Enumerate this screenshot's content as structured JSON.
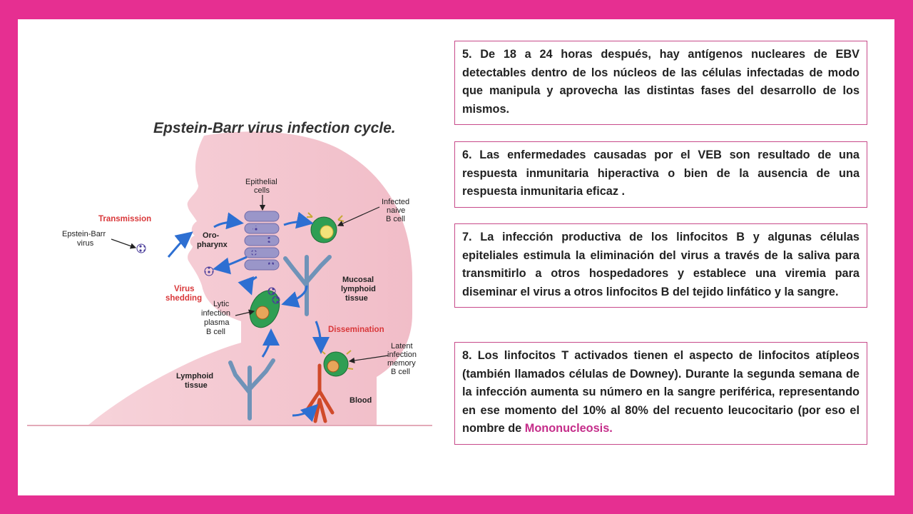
{
  "colors": {
    "frame": "#e62f91",
    "box_border": "#c74a8a",
    "highlight": "#c52d8a",
    "diagram_red_label": "#d9383a",
    "arrow_blue": "#2d6fd2"
  },
  "diagram": {
    "title": "Epstein-Barr virus infection cycle.",
    "labels": {
      "transmission": "Transmission",
      "virus_line1": "Epstein-Barr",
      "virus_line2": "virus",
      "oro_line1": "Oro-",
      "oro_line2": "pharynx",
      "epithelial_line1": "Epithelial",
      "epithelial_line2": "cells",
      "infected_line1": "Infected",
      "infected_line2": "naive",
      "infected_line3": "B cell",
      "mucosal_line1": "Mucosal",
      "mucosal_line2": "lymphoid",
      "mucosal_line3": "tissue",
      "shedding_line1": "Virus",
      "shedding_line2": "shedding",
      "lytic_line1": "Lytic",
      "lytic_line2": "infection",
      "lytic_line3": "plasma",
      "lytic_line4": "B cell",
      "dissemination": "Dissemination",
      "latent_line1": "Latent",
      "latent_line2": "infection",
      "latent_line3": "memory",
      "latent_line4": "B cell",
      "lymphoid_line1": "Lymphoid",
      "lymphoid_line2": "tissue",
      "blood": "Blood"
    }
  },
  "paragraphs": {
    "p5": "5. De 18 a 24 horas después, hay antígenos nucleares de EBV detectables dentro de los núcleos de las células infectadas de modo que manipula y aprovecha las distintas fases del desarrollo de los mismos.",
    "p6": "6. Las enfermedades causadas por el VEB son resultado de una respuesta inmunitaria hiperactiva o bien de la ausencia de una respuesta inmunitaria eficaz .",
    "p7": "7. La infección productiva de los linfocitos B y algunas células epiteliales estimula la eliminación del virus a través de la saliva para transmitirlo a otros hospedadores y establece una viremia para diseminar el virus a otros linfocitos B del tejido linfático y la sangre.",
    "p8_text": "8. Los linfocitos T activados tienen el aspecto de linfocitos atípleos (también llamados células de Downey). Durante la segunda semana de la infección aumenta su número en la sangre periférica, representando en ese momento del 10% al 80% del recuento leucocitario (por eso el nombre de ",
    "p8_highlight": "Mononucleosis."
  }
}
